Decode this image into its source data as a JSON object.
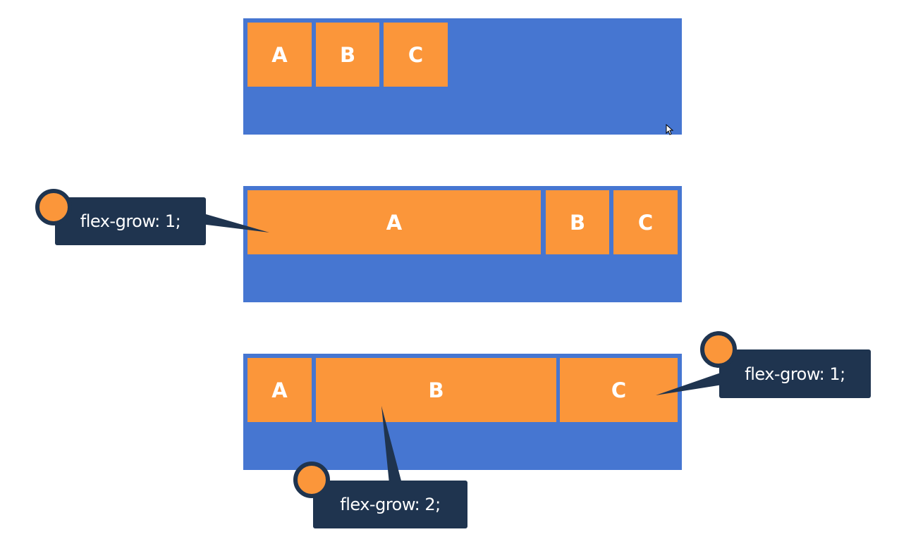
{
  "colors": {
    "container": "#4676d1",
    "item": "#fb963a",
    "callout": "#1f344f",
    "callout_text": "#ffffff"
  },
  "rows": [
    {
      "items": [
        {
          "label": "A"
        },
        {
          "label": "B"
        },
        {
          "label": "C"
        }
      ]
    },
    {
      "items": [
        {
          "label": "A",
          "flex_grow": 1
        },
        {
          "label": "B"
        },
        {
          "label": "C"
        }
      ],
      "callout": {
        "text": "flex-grow: 1;",
        "target": "A"
      }
    },
    {
      "items": [
        {
          "label": "A"
        },
        {
          "label": "B",
          "flex_grow": 2
        },
        {
          "label": "C",
          "flex_grow": 1
        }
      ],
      "callouts": [
        {
          "text": "flex-grow: 1;",
          "target": "C"
        },
        {
          "text": "flex-grow: 2;",
          "target": "B"
        }
      ]
    }
  ]
}
